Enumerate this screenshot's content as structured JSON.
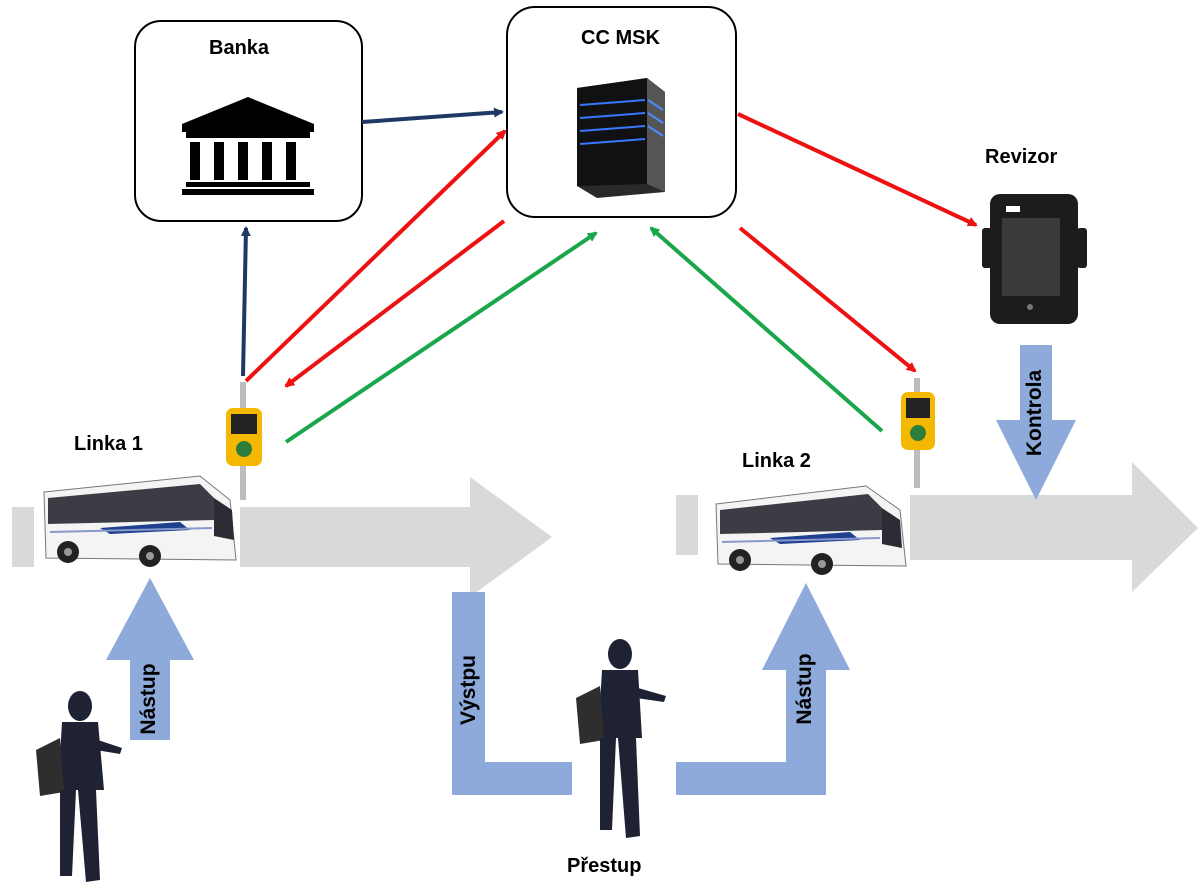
{
  "nodes": {
    "bank": {
      "title": "Banka",
      "icon": "bank-icon"
    },
    "cc": {
      "title": "CC MSK",
      "icon": "server-icon"
    },
    "inspector": {
      "title": "Revizor",
      "icon": "handheld-terminal-icon"
    }
  },
  "lines": {
    "line1": "Linka 1",
    "line2": "Linka 2"
  },
  "actions": {
    "board1": "Nástup",
    "board2": "Nástup",
    "exit": "Výstpu",
    "transfer": "Přestup",
    "control": "Kontrola"
  },
  "colors": {
    "red": "#ee1111",
    "green": "#1aa64a",
    "navy": "#1f3864",
    "flow_gray": "#d9d9d9",
    "action_blue": "#8eaadb"
  }
}
